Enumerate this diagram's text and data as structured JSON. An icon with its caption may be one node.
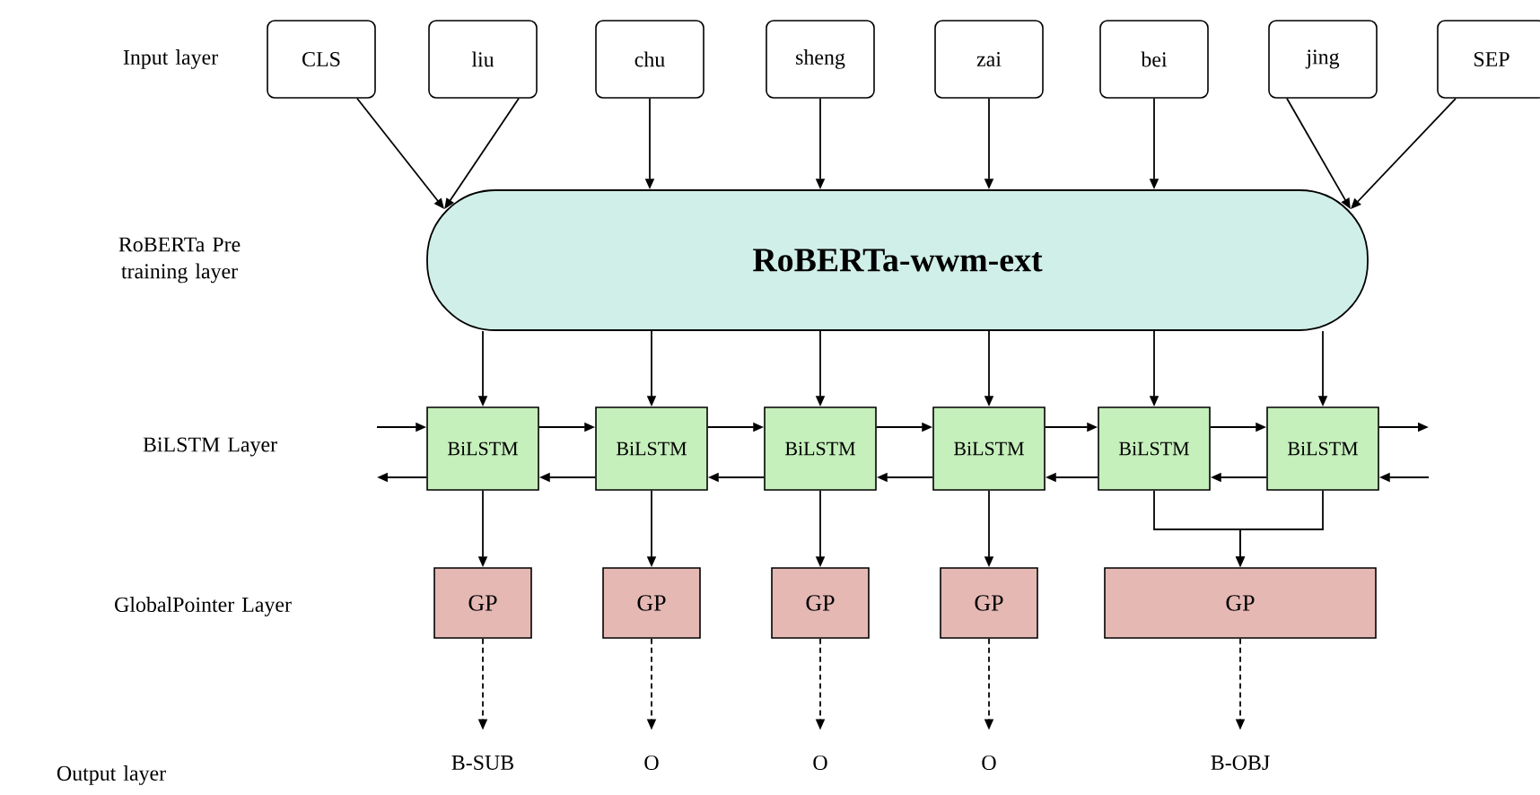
{
  "diagram": {
    "nodes": [
      {
        "text": [
          "CLS"
        ]
      },
      {
        "text": [
          "liu"
        ]
      },
      {
        "text": [
          "chu"
        ]
      },
      {
        "text": [
          "sheng"
        ]
      },
      {
        "text": [
          "zai"
        ]
      },
      {
        "text": [
          "bei"
        ]
      },
      {
        "text": [
          "jing"
        ]
      },
      {
        "text": [
          "SEP"
        ]
      },
      {
        "text": [
          "RoBERTa-wwm-ext"
        ]
      },
      {
        "text": [
          "BiLSTM"
        ]
      },
      {
        "text": [
          "BiLSTM"
        ]
      },
      {
        "text": [
          "BiLSTM"
        ]
      },
      {
        "text": [
          "BiLSTM"
        ]
      },
      {
        "text": [
          "BiLSTM"
        ]
      },
      {
        "text": [
          "BiLSTM"
        ]
      },
      {
        "text": [
          "GP"
        ]
      },
      {
        "text": [
          "GP"
        ]
      },
      {
        "text": [
          "GP"
        ]
      },
      {
        "text": [
          "GP"
        ]
      },
      {
        "text": [
          "GP"
        ]
      },
      {
        "text": [
          "B-SUB"
        ]
      },
      {
        "text": [
          "O"
        ]
      },
      {
        "text": [
          "O"
        ]
      },
      {
        "text": [
          "O"
        ]
      },
      {
        "text": [
          "B-OBJ"
        ]
      }
    ],
    "edges": [
      {
        "from": 0,
        "to": 8,
        "arrow": "to"
      },
      {
        "from": 1,
        "to": 8,
        "arrow": "to"
      },
      {
        "from": 2,
        "to": 8,
        "arrow": "to"
      },
      {
        "from": 3,
        "to": 8,
        "arrow": "to"
      },
      {
        "from": 4,
        "to": 8,
        "arrow": "to"
      },
      {
        "from": 5,
        "to": 8,
        "arrow": "to"
      },
      {
        "from": 6,
        "to": 8,
        "arrow": "to"
      },
      {
        "from": 7,
        "to": 8,
        "arrow": "to"
      },
      {
        "from": 8,
        "to": 9,
        "arrow": "to"
      },
      {
        "from": 8,
        "to": 10,
        "arrow": "to"
      },
      {
        "from": 8,
        "to": 11,
        "arrow": "to"
      },
      {
        "from": 8,
        "to": 12,
        "arrow": "to"
      },
      {
        "from": 8,
        "to": 13,
        "arrow": "to"
      },
      {
        "from": 8,
        "to": 14,
        "arrow": "to"
      },
      {
        "from": 9,
        "to": 10,
        "arrow": "to"
      },
      {
        "from": 10,
        "to": 11,
        "arrow": "to"
      },
      {
        "from": 11,
        "to": 12,
        "arrow": "to"
      },
      {
        "from": 12,
        "to": 13,
        "arrow": "to"
      },
      {
        "from": 13,
        "to": 14,
        "arrow": "to"
      },
      {
        "from": 10,
        "to": 9,
        "arrow": "to"
      },
      {
        "from": 11,
        "to": 10,
        "arrow": "to"
      },
      {
        "from": 12,
        "to": 11,
        "arrow": "to"
      },
      {
        "from": 13,
        "to": 12,
        "arrow": "to"
      },
      {
        "from": 14,
        "to": 13,
        "arrow": "to"
      },
      {
        "from": null,
        "to": 9,
        "arrow": "to"
      },
      {
        "from": 9,
        "to": null,
        "arrow": "to"
      },
      {
        "from": 14,
        "to": null,
        "arrow": "to"
      },
      {
        "from": null,
        "to": 14,
        "arrow": "to"
      },
      {
        "from": 9,
        "to": 15,
        "arrow": "to"
      },
      {
        "from": 10,
        "to": 16,
        "arrow": "to"
      },
      {
        "from": 11,
        "to": 17,
        "arrow": "to"
      },
      {
        "from": 12,
        "to": 18,
        "arrow": "to"
      },
      {
        "from": 13,
        "to": 19,
        "arrow": "to"
      },
      {
        "from": 14,
        "to": 19,
        "arrow": "to"
      },
      {
        "from": 15,
        "to": 20,
        "arrow": "to",
        "style": "dashed"
      },
      {
        "from": 16,
        "to": 21,
        "arrow": "to",
        "style": "dashed"
      },
      {
        "from": 17,
        "to": 22,
        "arrow": "to",
        "style": "dashed"
      },
      {
        "from": 18,
        "to": 23,
        "arrow": "to",
        "style": "dashed"
      },
      {
        "from": 19,
        "to": 24,
        "arrow": "to",
        "style": "dashed"
      }
    ],
    "labels": [
      "Input layer",
      "RoBERTa Pre training layer",
      "BiLSTM Layer",
      "GlobalPointer Layer",
      "Output layer"
    ]
  }
}
